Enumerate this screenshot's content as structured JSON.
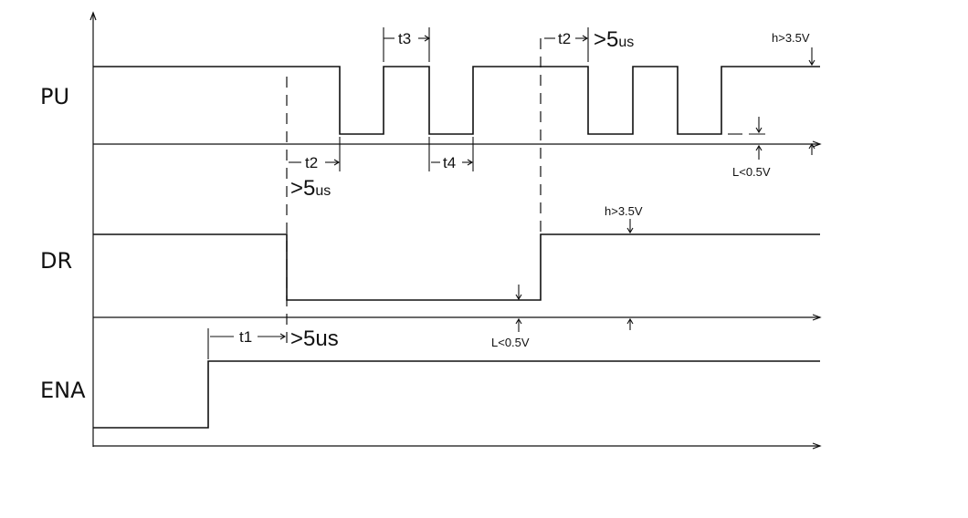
{
  "signals": {
    "pu": "PU",
    "dr": "DR",
    "ena": "ENA"
  },
  "timing": {
    "t1": "t1",
    "t2": "t2",
    "t3": "t3",
    "t4": "t4",
    "gt5_prefix": ">5",
    "gt5_unit": "us",
    "gt5_full": ">5us"
  },
  "levels": {
    "high": "h>3.5V",
    "low": "L<0.5V"
  },
  "colors": {
    "ink": "#111111",
    "background": "#ffffff"
  }
}
